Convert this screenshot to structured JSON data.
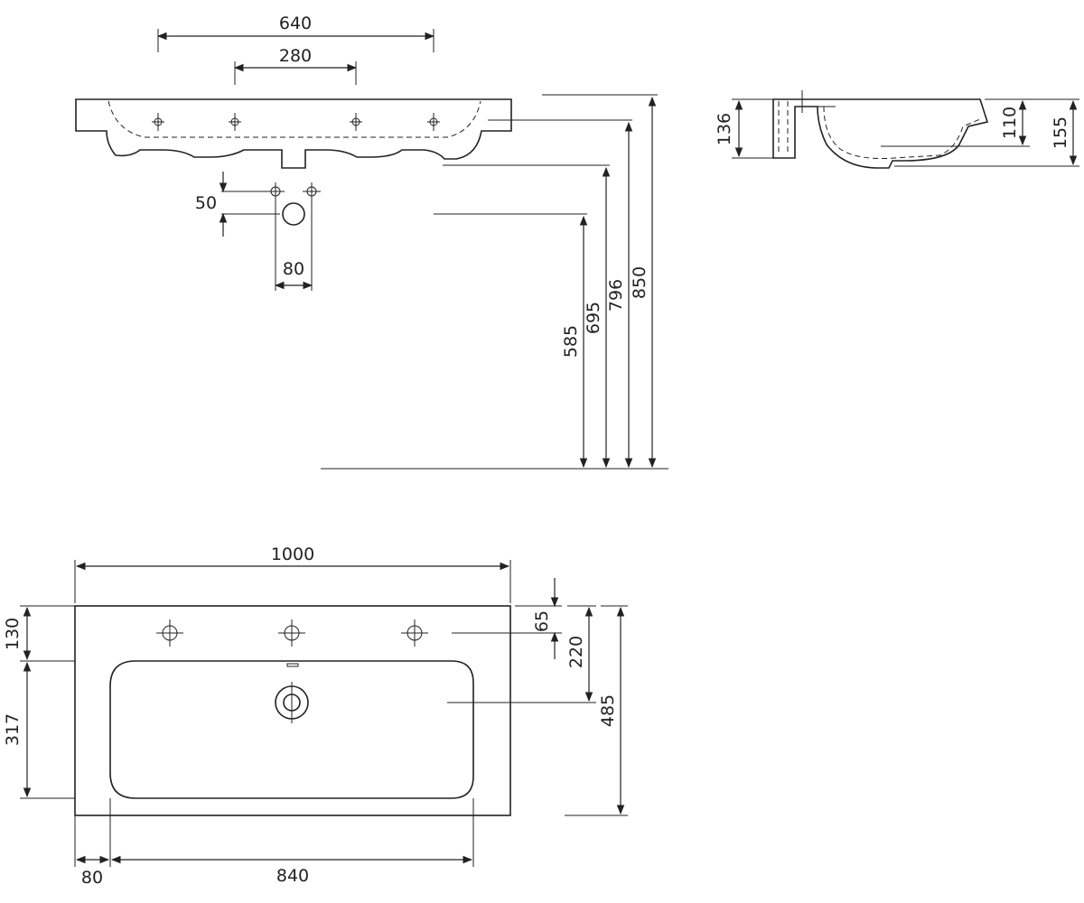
{
  "drawing": {
    "front_view": {
      "width_640": "640",
      "width_280": "280",
      "drain_offset_50": "50",
      "drain_spacing_80": "80",
      "height_585": "585",
      "height_695": "695",
      "height_796": "796",
      "height_850": "850"
    },
    "side_view": {
      "height_136": "136",
      "depth_110": "110",
      "height_155": "155"
    },
    "top_view": {
      "width_1000": "1000",
      "edge_130": "130",
      "basin_317": "317",
      "hole_offset_65": "65",
      "drain_220": "220",
      "depth_485": "485",
      "margin_80": "80",
      "basin_width_840": "840"
    }
  }
}
